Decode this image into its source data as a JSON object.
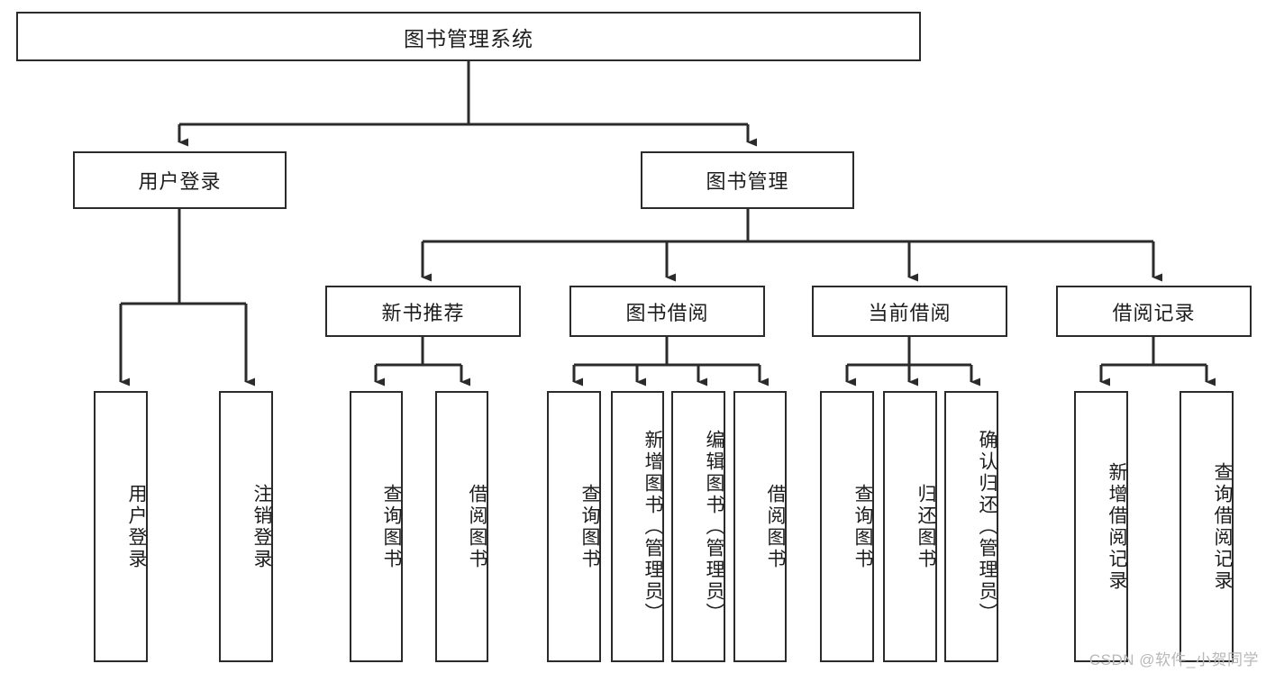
{
  "diagram": {
    "type": "tree",
    "title": "图书管理系统",
    "watermark": "CSDN @软件_小贺同学",
    "colors": {
      "node_border": "#2b2b2b",
      "node_fill": "#ffffff",
      "edge": "#2b2b2b",
      "background": "#ffffff",
      "watermark": "#b8b8b8"
    },
    "levels": {
      "level1": [
        {
          "id": "root",
          "label": "图书管理系统"
        }
      ],
      "level2": [
        {
          "id": "user-login",
          "label": "用户登录",
          "parent": "root"
        },
        {
          "id": "book-manage",
          "label": "图书管理",
          "parent": "root"
        }
      ],
      "level3": [
        {
          "id": "new-book-recommend",
          "label": "新书推荐",
          "parent": "book-manage"
        },
        {
          "id": "book-borrow",
          "label": "图书借阅",
          "parent": "book-manage"
        },
        {
          "id": "current-borrow",
          "label": "当前借阅",
          "parent": "book-manage"
        },
        {
          "id": "borrow-record",
          "label": "借阅记录",
          "parent": "book-manage"
        }
      ],
      "level4": [
        {
          "id": "leaf-user-login",
          "label": "用户登录",
          "parent": "user-login"
        },
        {
          "id": "leaf-logout-login",
          "label": "注销登录",
          "parent": "user-login"
        },
        {
          "id": "leaf-query-book-1",
          "label": "查询图书",
          "parent": "new-book-recommend"
        },
        {
          "id": "leaf-borrow-book-1",
          "label": "借阅图书",
          "parent": "new-book-recommend"
        },
        {
          "id": "leaf-query-book-2",
          "label": "查询图书",
          "parent": "book-borrow"
        },
        {
          "id": "leaf-add-book",
          "label": "新增图书（管理员）",
          "parent": "book-borrow"
        },
        {
          "id": "leaf-edit-book",
          "label": "编辑图书（管理员）",
          "parent": "book-borrow"
        },
        {
          "id": "leaf-borrow-book-2",
          "label": "借阅图书",
          "parent": "book-borrow"
        },
        {
          "id": "leaf-query-book-3",
          "label": "查询图书",
          "parent": "current-borrow"
        },
        {
          "id": "leaf-return-book",
          "label": "归还图书",
          "parent": "current-borrow"
        },
        {
          "id": "leaf-confirm-return",
          "label": "确认归还（管理员）",
          "parent": "current-borrow"
        },
        {
          "id": "leaf-add-record",
          "label": "新增借阅记录",
          "parent": "borrow-record"
        },
        {
          "id": "leaf-query-record",
          "label": "查询借阅记录",
          "parent": "borrow-record"
        }
      ]
    }
  }
}
